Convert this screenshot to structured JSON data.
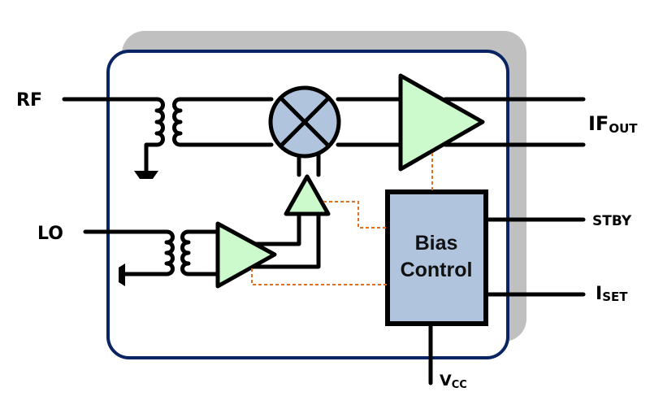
{
  "diagram": {
    "title": "Mixer block diagram",
    "pins": {
      "rf": {
        "label": "RF"
      },
      "lo": {
        "label": "LO"
      },
      "if_out": {
        "label": "IF",
        "subscript": "OUT"
      },
      "stby": {
        "label": "STBY"
      },
      "iset": {
        "label": "I",
        "subscript": "SET"
      },
      "vcc": {
        "label": "V",
        "subscript": "CC"
      }
    },
    "blocks": {
      "bias_control": {
        "line1": "Bias",
        "line2": "Control"
      },
      "mixer": {
        "symbol": "mixer-x"
      },
      "if_amplifier": {
        "symbol": "amplifier-triangle"
      },
      "lo_amplifier": {
        "symbol": "amplifier-triangle"
      },
      "lo_driver": {
        "symbol": "amplifier-triangle"
      },
      "rf_balun": {
        "symbol": "transformer"
      },
      "lo_balun": {
        "symbol": "transformer"
      }
    },
    "colors": {
      "chip_border": "#0a2463",
      "chip_shadow": "#c0c0c0",
      "mixer_fill": "#b0c4de",
      "amp_fill": "#ccfacc",
      "bias_fill": "#b0c4de",
      "bias_link": "#e07020",
      "wire": "#000000"
    }
  }
}
